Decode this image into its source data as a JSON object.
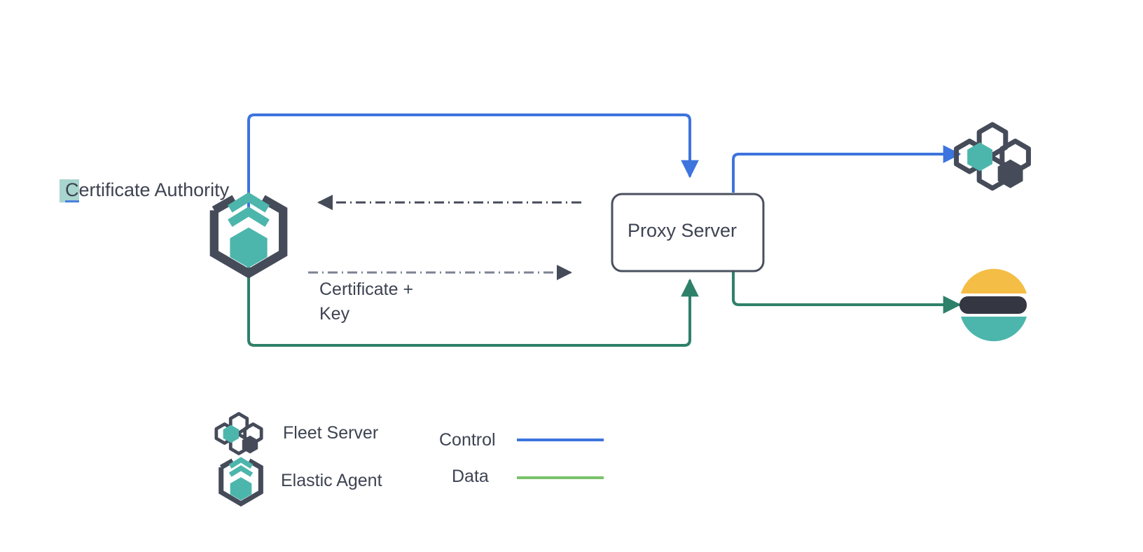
{
  "diagram": {
    "title": "Elastic Agent proxy server connectivity diagram",
    "nodes": {
      "certificate_authority": {
        "label": "Certificate Authority",
        "selected_char": "C",
        "rest_label": "ertificate Authority",
        "icon": "elastic-agent-icon"
      },
      "proxy_server": {
        "label": "Proxy Server"
      },
      "fleet_server": {
        "icon": "fleet-server-icon"
      },
      "elasticsearch": {
        "icon": "elasticsearch-logo"
      }
    },
    "edge_labels": {
      "certificate_key_line1": "Certificate +",
      "certificate_key_line2": "Key"
    },
    "legend": {
      "items": [
        {
          "label": "Fleet Server",
          "icon": "fleet-server-icon"
        },
        {
          "label": "Elastic Agent",
          "icon": "elastic-agent-icon"
        }
      ],
      "lines": [
        {
          "label": "Control",
          "color": "#3d74de"
        },
        {
          "label": "Data",
          "color": "#7ac36a"
        }
      ]
    },
    "colors": {
      "control_blue": "#3d74de",
      "data_green": "#2e8069",
      "legend_data_green": "#7ac36a",
      "dark_slate": "#454b59",
      "teal": "#4db6ac",
      "text": "#3d4351",
      "selection_highlight": "#a8d5cd",
      "elastic_yellow": "#f4bd45",
      "elastic_dark": "#343741",
      "elastic_teal": "#4db6ac",
      "background": "#ffffff"
    }
  }
}
